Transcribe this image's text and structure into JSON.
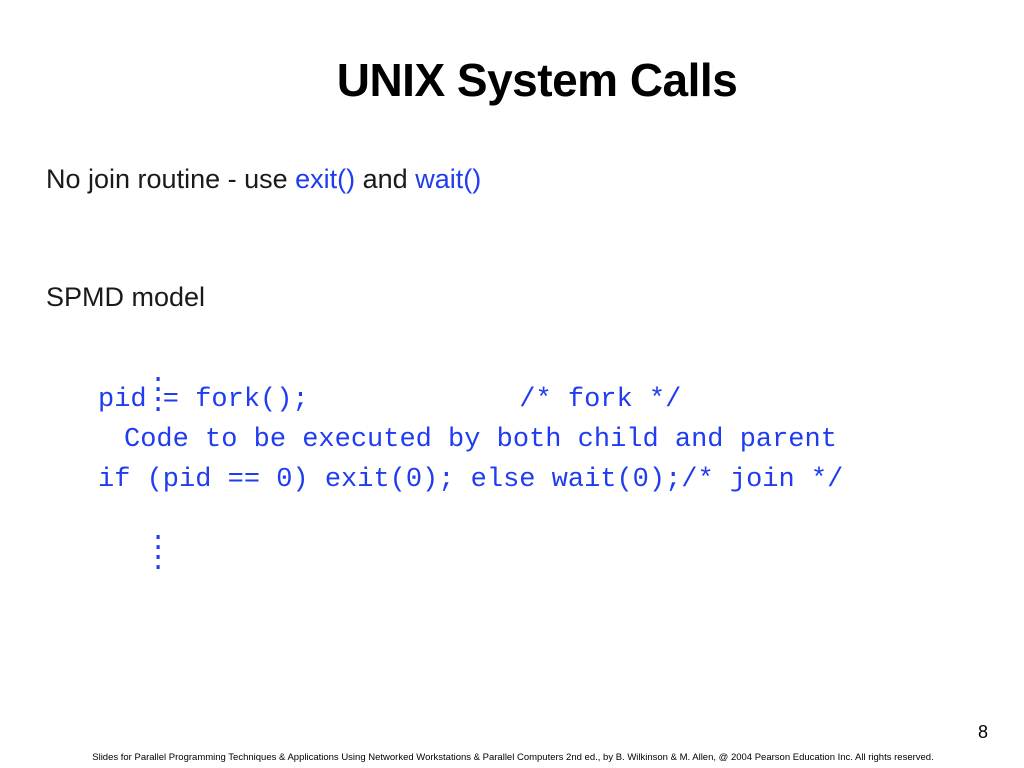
{
  "slide": {
    "title": "UNIX System Calls",
    "bullets": [
      {
        "prefix": "No join routine - use ",
        "call1": "exit()",
        "middle": " and ",
        "call2": "wait()"
      },
      {
        "text": "SPMD model"
      }
    ],
    "code": {
      "dots_top": ":\n:",
      "line1": "pid = fork();             /* fork */",
      "line2": "Code to be executed by both child and parent",
      "line3": "if (pid == 0) exit(0); else wait(0);/* join */",
      "dots_bottom": ":\n:"
    },
    "page_number": "8",
    "footer": "Slides for Parallel Programming Techniques & Applications Using Networked Workstations & Parallel Computers 2nd ed., by B. Wilkinson & M. Allen, @ 2004 Pearson Education Inc. All rights reserved."
  },
  "colors": {
    "code": "#1f3cf0",
    "text": "#1a1a1a",
    "background": "#ffffff"
  }
}
